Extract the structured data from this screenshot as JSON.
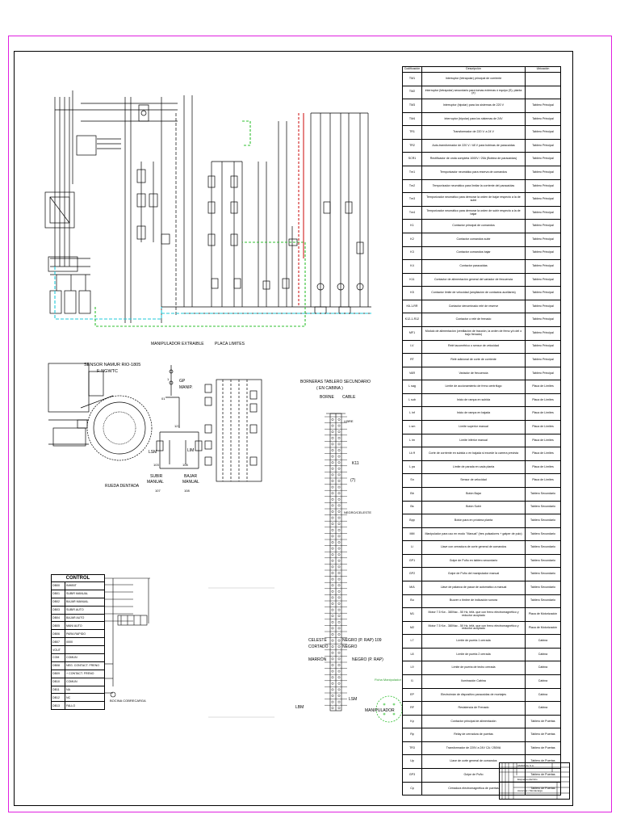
{
  "schematic": {
    "section_labels": {
      "manipulador": "MANIPULADOR EXTRAIBLE",
      "placa": "PLACA LIMITES"
    },
    "sensor": {
      "title_line1": "SENSOR NAMUR RIO-1805",
      "title_line2": "F-NGWTC",
      "wheel_label": "RUEDA DENTADA"
    },
    "manip": {
      "gp_label_1": "GP",
      "gp_label_2": "MANIP.",
      "lsm": "LSM",
      "lim": "LIM",
      "subir": "SUBIR",
      "manual_1": "MANUAL",
      "bajar": "BAJAR",
      "manual_2": "MANUAL",
      "n_121": "121",
      "n_103": "103",
      "n_108": "108",
      "n_107": "107",
      "n_01": "01",
      "n_1": "1"
    },
    "bornera": {
      "title_1": "BORNERAS TABLERO SECUNDARIO",
      "title_2": "( EN CABINA )",
      "col_borne": "BORNE",
      "col_cable": "CABLE",
      "k11": "K11",
      "n7": "(7)",
      "celeste": "CELESTE",
      "cortado": "CORTADO",
      "marron": "MARRÓN",
      "negro_rap": "NEGRO (P. RAP) 109",
      "negro_2": "NEGRO",
      "negro_p_rap": "NEGRO (P. RAP)",
      "lbm": "LBM",
      "lsm_label": "LSM",
      "manipulador": "MANIPULADOR",
      "ficha": "Ficha Manipulador",
      "libre_1": "LIBRE",
      "negro_celeste": "NEGRO/CELESTE"
    },
    "control_caption": "BOCINA COBRECARGA"
  },
  "device_table": {
    "headers": [
      "Codificación",
      "Descripción",
      "Ubicación"
    ],
    "rows": [
      [
        "TM1",
        "Interruptor (tetrapolar) principal de corriente",
        ""
      ],
      [
        "TM2",
        "Interruptor (tetrapolar) secundario para tomas externas ó equipo (S); planta (e)",
        ""
      ],
      [
        "TM3",
        "Interruptor (bipolar) para los sistemas de 220 V",
        "Tablero Principal"
      ],
      [
        "TM4",
        "Interruptor (bipolar) para los sistemas de 24V",
        "Tablero Principal"
      ],
      [
        "TR1",
        "Transformador de 220 V. a 24 V",
        "Tablero Principal"
      ],
      [
        "TR2",
        "Auto-transformador de 220 V / 48 V para bobinas de paracaídas",
        "Tablero Principal"
      ],
      [
        "SCR1",
        "Rectificador de onda completa 1000V / 25A (Bobina de paracaídas)",
        "Tablero Principal"
      ],
      [
        "Tm1",
        "Temporizador neumático para reserva de comandos",
        "Tablero Principal"
      ],
      [
        "Tm2",
        "Temporizador neumático para limitar la corriente del paracaídas",
        "Tablero Principal"
      ],
      [
        "Tm3",
        "Temporizador neumático para demorar la orden de bajar respecto a la de subir",
        "Tablero Principal"
      ],
      [
        "Tm4",
        "Temporizador neumático para demorar la orden de subir respecto a la de bajar",
        "Tablero Principal"
      ],
      [
        "K1",
        "Contactor principal de comandos",
        "Tablero Principal"
      ],
      [
        "K2",
        "Contactor comandos subir",
        "Tablero Principal"
      ],
      [
        "K3",
        "Contactor comandos bajar",
        "Tablero Principal"
      ],
      [
        "K4",
        "Contactor paracaídas",
        "Tablero Principal"
      ],
      [
        "K11",
        "Contactor de alimentación general del variador de frecuencia",
        "Tablero Principal"
      ],
      [
        "K5",
        "Contactor límite de velocidad (ampliación de contactos auxiliares)",
        "Tablero Principal"
      ],
      [
        "K6-1-RR",
        "Contactor denominado relé de reserve",
        "Tablero Principal"
      ],
      [
        "K12-1-R12",
        "Contactor o relé de frenado",
        "Tablero Principal"
      ],
      [
        "MF1",
        "Módulo de alimentación (ventilación de tracción, la orden de freno y/o del o bajo frenado)",
        "Tablero Principal"
      ],
      [
        "LV",
        "Relé tacométrico o sensor de velocidad",
        "Tablero Principal"
      ],
      [
        "RT",
        "Relé adicional de corte de corriente",
        "Tablero Principal"
      ],
      [
        "VAR",
        "Variador de frecuencia",
        "Tablero Principal"
      ],
      [
        "L sag",
        "Límite de accionamiento de freno centrífugo",
        "Placa de Límites"
      ],
      [
        "L sub",
        "Inicio de rampa en subida",
        "Placa de Límites"
      ],
      [
        "L inf",
        "Inicio de rampa en bajada",
        "Placa de Límites"
      ],
      [
        "L sm",
        "Límite superior manual",
        "Placa de Límites"
      ],
      [
        "L im",
        "Límite inferior manual",
        "Placa de Límites"
      ],
      [
        "Lk ff",
        "Corte de corriente en subida o en bajada si excede la carrera prevista",
        "Placa de Límites"
      ],
      [
        "L pa",
        "Límite de parada en cada planta",
        "Placa de Límites"
      ],
      [
        "Sn",
        "Sensor de velocidad",
        "Placa de Límites"
      ],
      [
        "Bb",
        "Botón Bajar",
        "Tablero Secundario"
      ],
      [
        "Bs",
        "Botón Subir",
        "Tablero Secundario"
      ],
      [
        "Bpp",
        "Botón para en próxima planta",
        "Tablero Secundario"
      ],
      [
        "MM",
        "Manipulador para uso en modo \"Manual\" (tres pulsadores + gatper de pulo)",
        "Tablero Secundario"
      ],
      [
        "Li",
        "Llave con cerradura de corte general de comandos",
        "Tablero Secundario"
      ],
      [
        "GP1",
        "Golpe de Puño en tablero secundario",
        "Tablero Secundario"
      ],
      [
        "GP2",
        "Golpe de Puño del manipulador manual",
        "Tablero Secundario"
      ],
      [
        "M/A",
        "Llave de palanca de pasar de automático a manual",
        "Tablero Secundario"
      ],
      [
        "Bu",
        "Buzzer o timbre de indicación sonora",
        "Tablero Secundario"
      ],
      [
        "M1",
        "Motor 7.5 Kw - 380Vac - 50 Hz, trifá. que con freno electromagnético y reductor acoplado",
        "Placa de Motorización"
      ],
      [
        "M2",
        "Motor 7.5 Kw - 380Vac - 50 Hz, trifá. que con freno electromagnético y reductor acoplado",
        "Placa de Motorización"
      ],
      [
        "L7",
        "Límite de puerta 1 cerrada",
        "Cabina"
      ],
      [
        "L8",
        "Límite de puerta 2 cerrada",
        "Cabina"
      ],
      [
        "L9",
        "Límite de puerta de techo cerrada",
        "Cabina"
      ],
      [
        "I1",
        "Iluminación Cabina",
        "Cabina"
      ],
      [
        "EP",
        "Electroimán de dispositivo paracaídas de montajes",
        "Cabina"
      ],
      [
        "RF",
        "Resistencia de Frenado",
        "Cabina"
      ],
      [
        "Kp",
        "Contactor principal de alimentación",
        "Tablero de Puertas"
      ],
      [
        "Rp",
        "Relay de cerradura de puertas",
        "Tablero de Puertas"
      ],
      [
        "TR3",
        "Transformador de 220V a 24V CA / 250VA",
        "Tablero de Puertas"
      ],
      [
        "Up",
        "Llave de corte general de comandos",
        "Tablero de Puertas"
      ],
      [
        "GP3",
        "Golpe de Puño",
        "Tablero de Puertas"
      ],
      [
        "Cp",
        "Cerradura electromagnética de puertas",
        "Tablero de Puertas"
      ]
    ]
  },
  "control_table": {
    "title": "CONTROL",
    "rows": [
      [
        "DB00",
        "INHIBIT"
      ],
      [
        "DB01",
        "SUBIR MANUAL"
      ],
      [
        "DB02",
        "BAJAR MANUAL"
      ],
      [
        "DB03",
        "SUBIR AUTO"
      ],
      [
        "DB04",
        "BAJAR AUTO"
      ],
      [
        "DB05",
        "MAN/ AUTO"
      ],
      [
        "DB06",
        "PARA RAPIDO"
      ],
      [
        "DB07",
        "0000"
      ],
      [
        "VOUT",
        ""
      ],
      [
        "COM",
        "COMUN"
      ],
      [
        "DB08",
        "NEG. CONTACT. FRENO"
      ],
      [
        "DB09",
        "+ CONTACT. FRENO"
      ],
      [
        "DB10",
        "COMUN"
      ],
      [
        "DB11",
        "NA"
      ],
      [
        "DB12",
        "NC"
      ],
      [
        "DB13",
        "FALLO"
      ]
    ]
  },
  "title_block": {
    "company": "AMARKAL S.A.",
    "line2": "Esquema eléctrico",
    "line3": "Ascensor / Montacarga"
  },
  "colors": {
    "frame": "#e020e0",
    "cyan_dash": "#20c8d8",
    "green_dash": "#30c030",
    "red": "#d02020"
  }
}
